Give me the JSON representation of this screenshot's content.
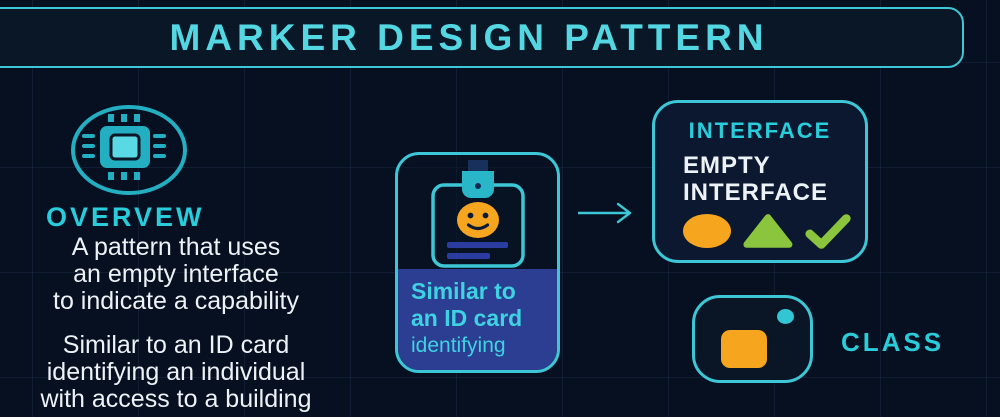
{
  "title": "MARKER DESIGN PATTERN",
  "colors": {
    "background": "#071020",
    "accent_cyan": "#3dc7d6",
    "text_cyan": "#29ccda",
    "text_white": "#edf2f7",
    "indigo_panel": "#2b3e91",
    "orange": "#f6a51f",
    "green": "#8bc53e",
    "teal_dot": "#32c6d4"
  },
  "overview": {
    "icon": "cpu-chip-icon",
    "heading": "OVERVEW",
    "paragraph1": {
      "line1": "A pattern that uses",
      "line2": "an empty interface",
      "line3": "to indicate a capability"
    },
    "paragraph2": {
      "line1": "Similar to an ID card",
      "line2": "identifying an individual",
      "line3": "with access to a building"
    }
  },
  "id_card": {
    "icon": "id-badge-smiley-icon",
    "caption": {
      "line1": "Similar to",
      "line2": "an ID card",
      "line3": "identifying"
    }
  },
  "arrow": "right-arrow",
  "interface_box": {
    "heading": "INTERFACE",
    "label_line1": "EMPTY",
    "label_line2": "INTERFACE",
    "shapes": [
      "orange-ellipse",
      "green-triangle",
      "green-checkmark"
    ]
  },
  "class_box": {
    "label": "CLASS",
    "shapes": [
      "orange-rounded-square",
      "teal-dot"
    ]
  }
}
